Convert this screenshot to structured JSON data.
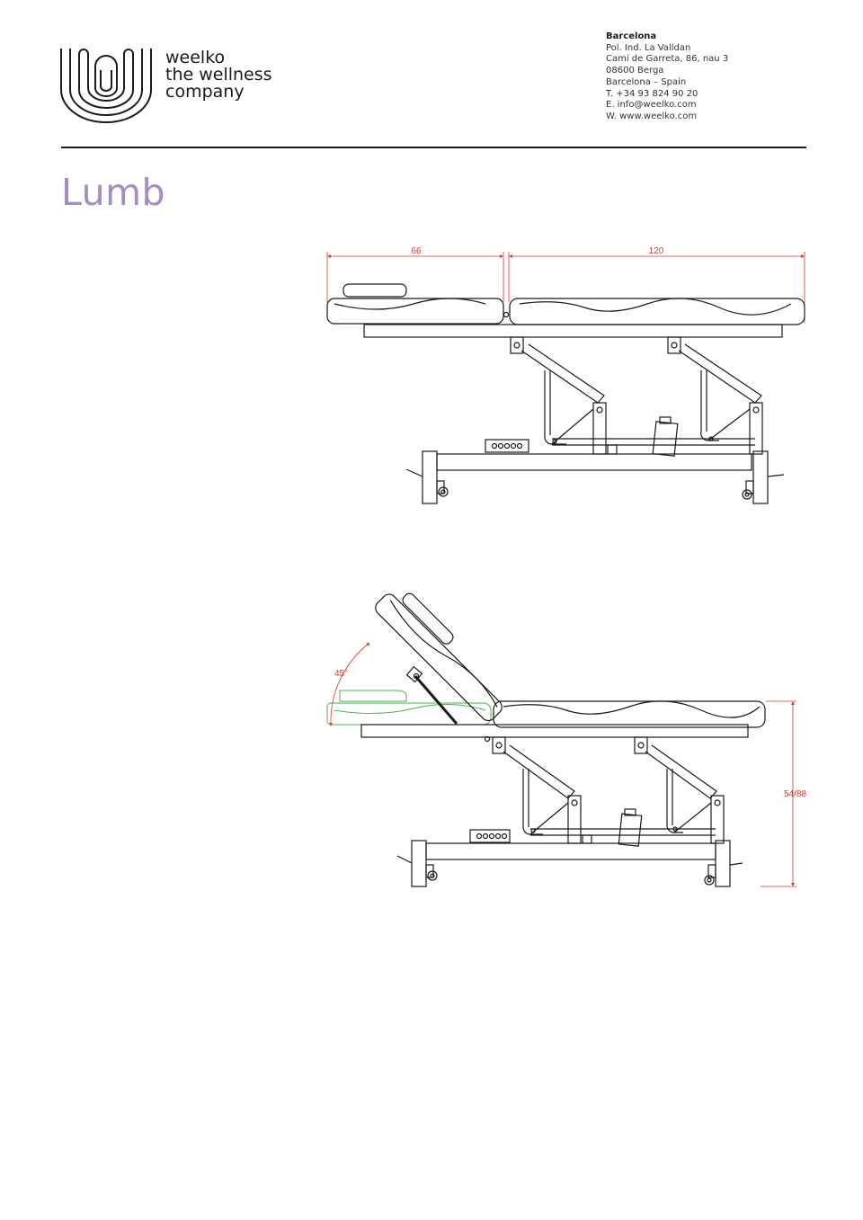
{
  "brand": {
    "logo_icon": "weelko-w-monogram-icon",
    "name": "weelko",
    "tagline_line1": "the wellness",
    "tagline_line2": "company"
  },
  "contact": {
    "city": "Barcelona",
    "lines": [
      "Pol. Ind. La Valldan",
      "Camí de Garreta, 86, nau 3",
      "08600 Berga",
      "Barcelona – Spain",
      "T. +34 93 824 90 20",
      "E. info@weelko.com",
      "W. www.weelko.com"
    ]
  },
  "product": {
    "title": "Lumb"
  },
  "drawing": {
    "dimension_color": "#d93a32",
    "raised_outline_color": "#4caf50",
    "flat_view": {
      "dim_head_length": "66",
      "dim_body_length": "120"
    },
    "tilted_view": {
      "dim_angle": "45°",
      "dim_height": "54/88"
    }
  }
}
